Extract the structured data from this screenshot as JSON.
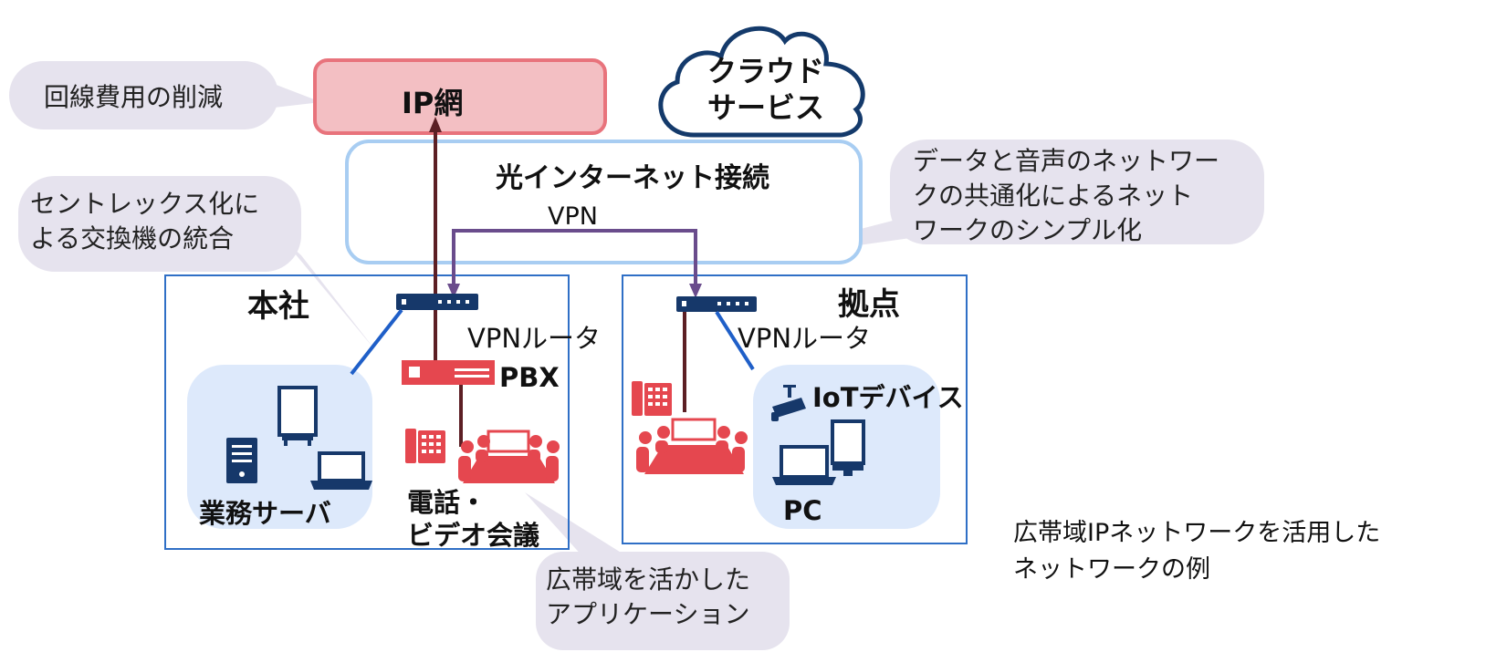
{
  "ip_network": "IP網",
  "cloud": {
    "line1": "クラウド",
    "line2": "サービス"
  },
  "internet": {
    "title": "光インターネット接続",
    "vpn": "VPN"
  },
  "callouts": {
    "cost": "回線費用の削減",
    "centrex": [
      "セントレックス化に",
      "よる交換機の統合"
    ],
    "unify": [
      "データと音声のネットワー",
      "クの共通化によるネット",
      "ワークのシンプル化"
    ],
    "apps": [
      "広帯域を活かした",
      "アプリケーション"
    ]
  },
  "hq": {
    "title": "本社",
    "router": "VPNルータ",
    "pbx": "PBX",
    "server": "業務サーバ",
    "conf": [
      "電話・",
      "ビデオ会議"
    ]
  },
  "branch": {
    "title": "拠点",
    "router": "VPNルータ",
    "iot": "IoTデバイス",
    "pc": "PC"
  },
  "caption": [
    "広帯域IPネットワークを活用した",
    "ネットワークの例"
  ],
  "colors": {
    "ip_fill": "#f3bfc3",
    "ip_border": "#e8737c",
    "cloud_border": "#143a6b",
    "internet_border": "#a8cdf2",
    "box_border": "#2f6fc6",
    "bubble": "#e6e3ee",
    "zone": "#dde9fb",
    "vpn_line": "#6a4c8c",
    "uplink": "#5c1f24",
    "lan": "#1f5fc8",
    "device_red": "#e5474f",
    "router": "#16386a"
  }
}
